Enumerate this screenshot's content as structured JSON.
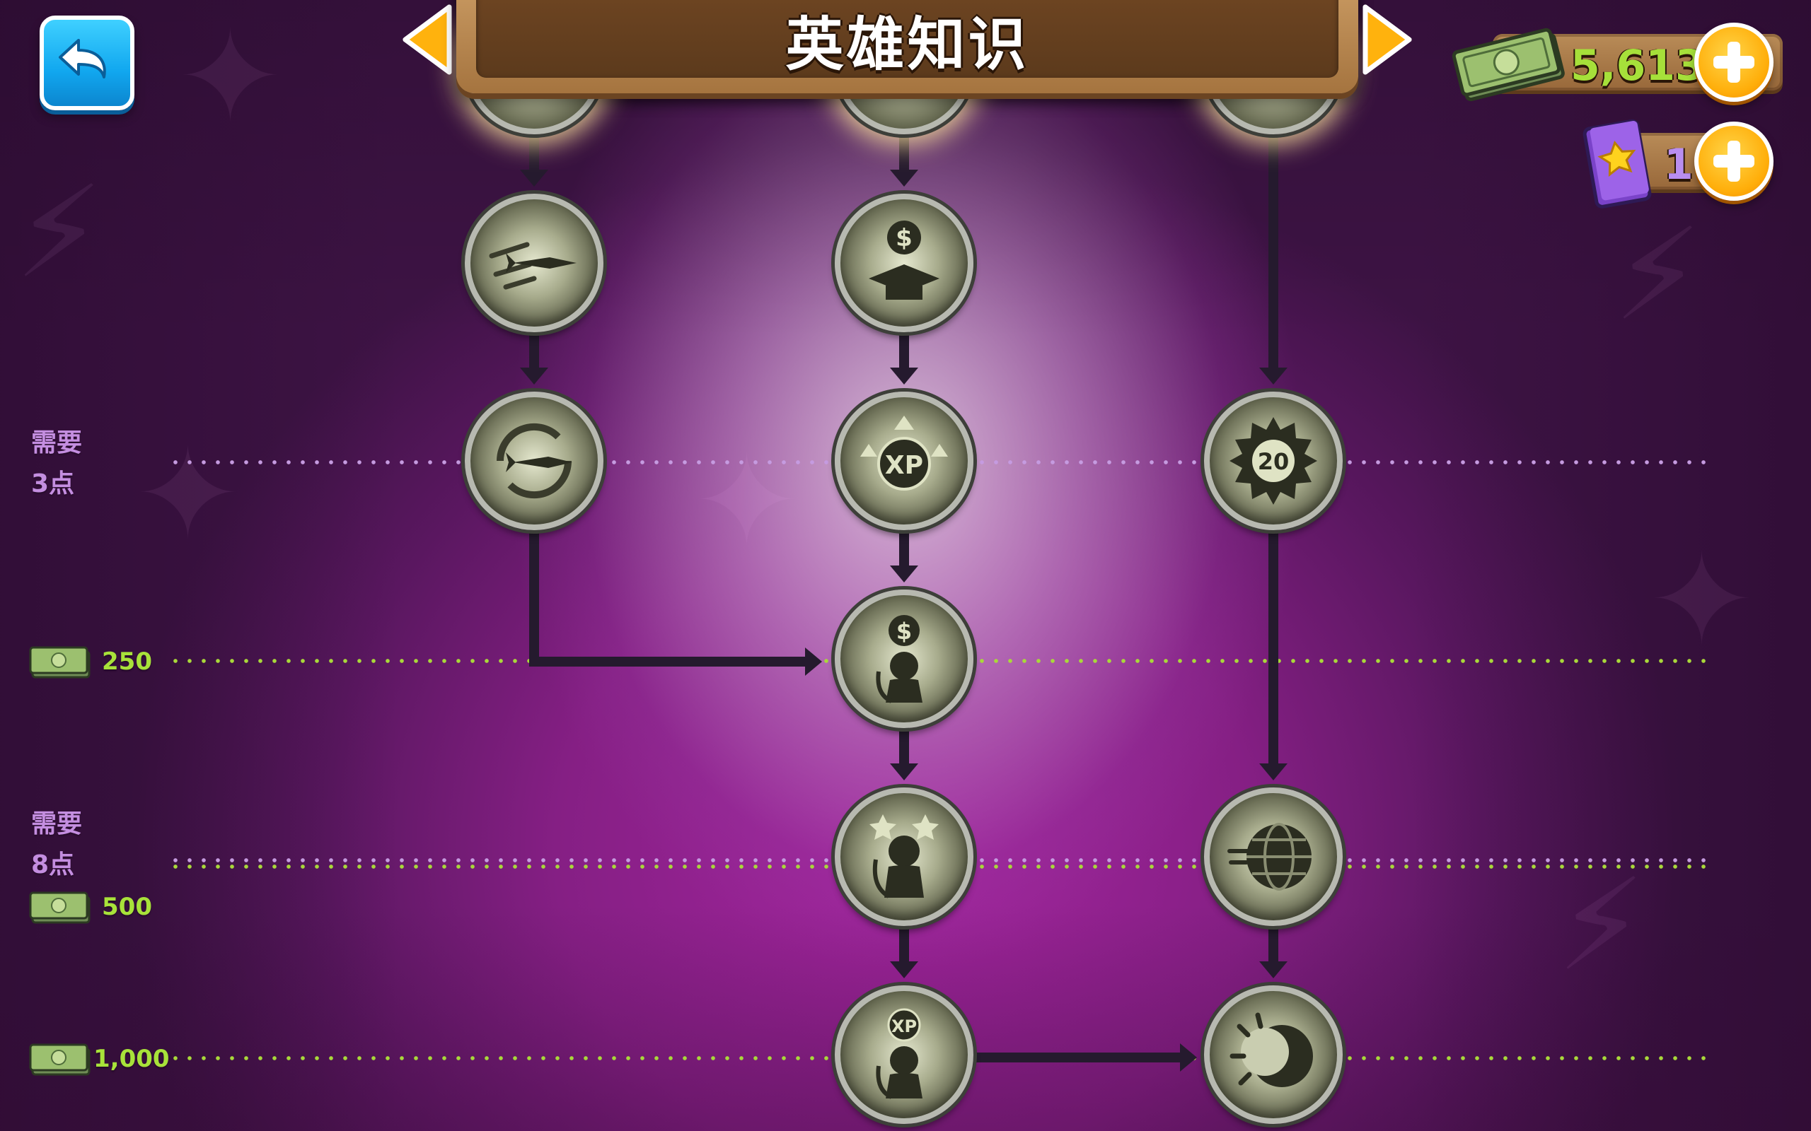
{
  "header": {
    "title": "英雄知识"
  },
  "nav": {
    "back_icon": "undo-arrow-icon",
    "prev_icon": "triangle-left-icon",
    "next_icon": "triangle-right-icon"
  },
  "currency": {
    "cash": {
      "value": "5,613",
      "icon": "cash-stack-icon",
      "color": "#a6e03a"
    },
    "knowledge": {
      "value": "1",
      "icon": "knowledge-book-icon",
      "color": "#b98ef0"
    }
  },
  "requirements": {
    "tier1": {
      "line1": "需要",
      "line2": "3点"
    },
    "tier2": {
      "line1": "需要",
      "line2": "8点"
    }
  },
  "costs": {
    "c250": "250",
    "c500": "500",
    "c1000": "1,000"
  },
  "nodes": {
    "col1": [
      "dart-speed-icon",
      "dart-reload-icon"
    ],
    "col2": [
      "cash-education-icon",
      "xp-boost-icon",
      "hero-cash-icon",
      "hero-star-icon",
      "hero-xp-icon"
    ],
    "col3": [
      "level-20-gear-icon",
      "globe-icon",
      "moon-sun-icon"
    ],
    "level_badge": "20",
    "xp_badge": "XP"
  }
}
